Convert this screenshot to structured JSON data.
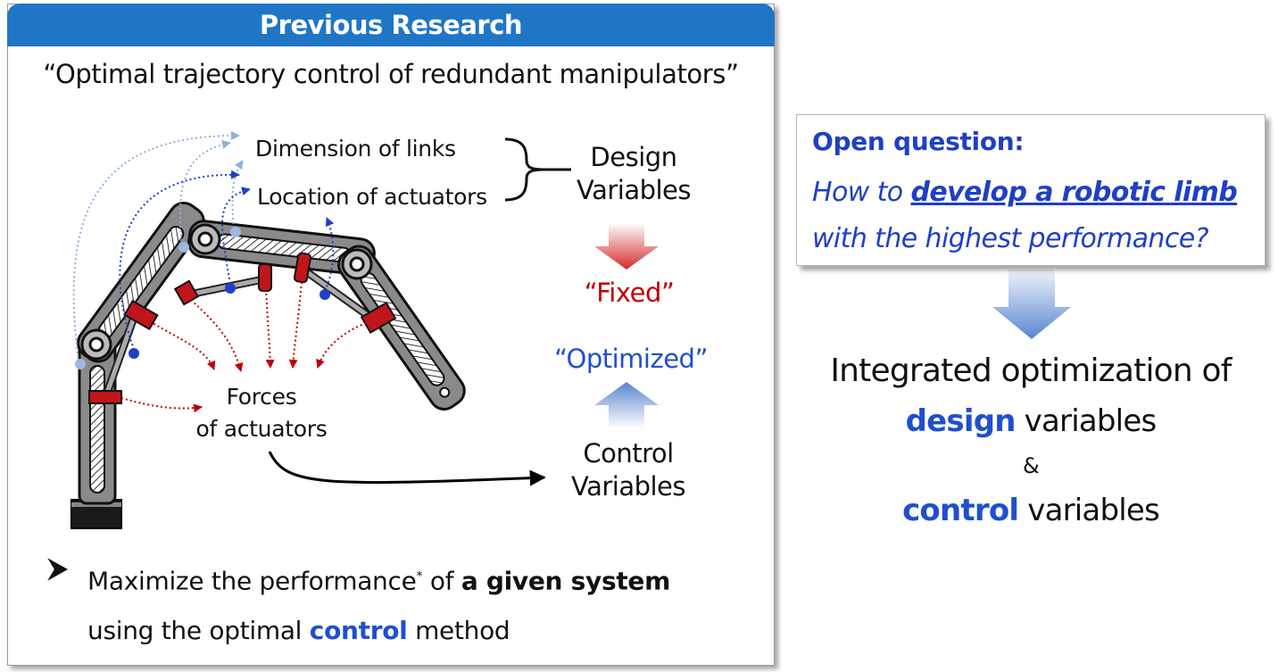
{
  "panel": {
    "header": "Previous Research",
    "title": "“Optimal trajectory control of redundant manipulators”"
  },
  "labels": {
    "dimension_of_links": "Dimension of links",
    "location_of_actuators": "Location of actuators",
    "design_variables_1": "Design",
    "design_variables_2": "Variables",
    "fixed": "“Fixed”",
    "optimized": "“Optimized”",
    "forces_1": "Forces",
    "forces_2": "of actuators",
    "control_variables_1": "Control",
    "control_variables_2": "Variables"
  },
  "bullet": {
    "line1_prefix": "Maximize the performance",
    "asterisk": "*",
    "line1_mid": " of ",
    "line1_bold": "a given system",
    "line2_prefix": "using the optimal ",
    "line2_keyword": "control",
    "line2_suffix": " method"
  },
  "question": {
    "title": "Open question:",
    "line1_prefix": "How to ",
    "line1_emphasis": "develop a robotic limb",
    "line2": "with the highest performance?"
  },
  "integrated": {
    "line1": "Integrated optimization of",
    "design_keyword": "design",
    "design_suffix": " variables",
    "ampersand": "&",
    "control_keyword": "control",
    "control_suffix": " variables"
  },
  "colors": {
    "header_blue": "#1f76c6",
    "keyword_blue": "#1f4fd0",
    "fixed_red": "#c00000",
    "actuator_red": "#c0151b"
  },
  "icons": {
    "bullet": "arrowhead-bullet-icon"
  }
}
